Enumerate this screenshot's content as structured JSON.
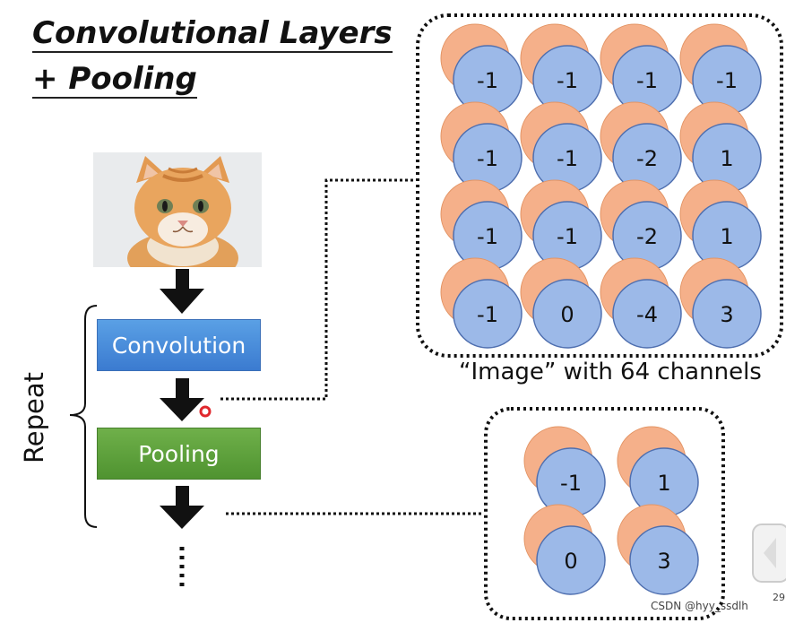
{
  "slide": {
    "title_line1": "Convolutional Layers",
    "title_line2": "+ Pooling",
    "repeat_label": "Repeat",
    "convolution_label": "Convolution",
    "pooling_label": "Pooling",
    "caption": "“Image” with 64 channels",
    "watermark": "CSDN @hyy_ssdlh",
    "slide_number": "29"
  },
  "feature_map": {
    "values": [
      [
        "-1",
        "-1",
        "-1",
        "-1"
      ],
      [
        "-1",
        "-1",
        "-2",
        "1"
      ],
      [
        "-1",
        "-1",
        "-2",
        "1"
      ],
      [
        "-1",
        "0",
        "-4",
        "3"
      ]
    ]
  },
  "pooled_map": {
    "values": [
      [
        "-1",
        "1"
      ],
      [
        "0",
        "3"
      ]
    ]
  },
  "colors": {
    "blue_circle": "#9cb9e8",
    "orange_circle": "#f5b08a",
    "convolution_box": "#3b7bd0",
    "pooling_box": "#4f9330"
  }
}
